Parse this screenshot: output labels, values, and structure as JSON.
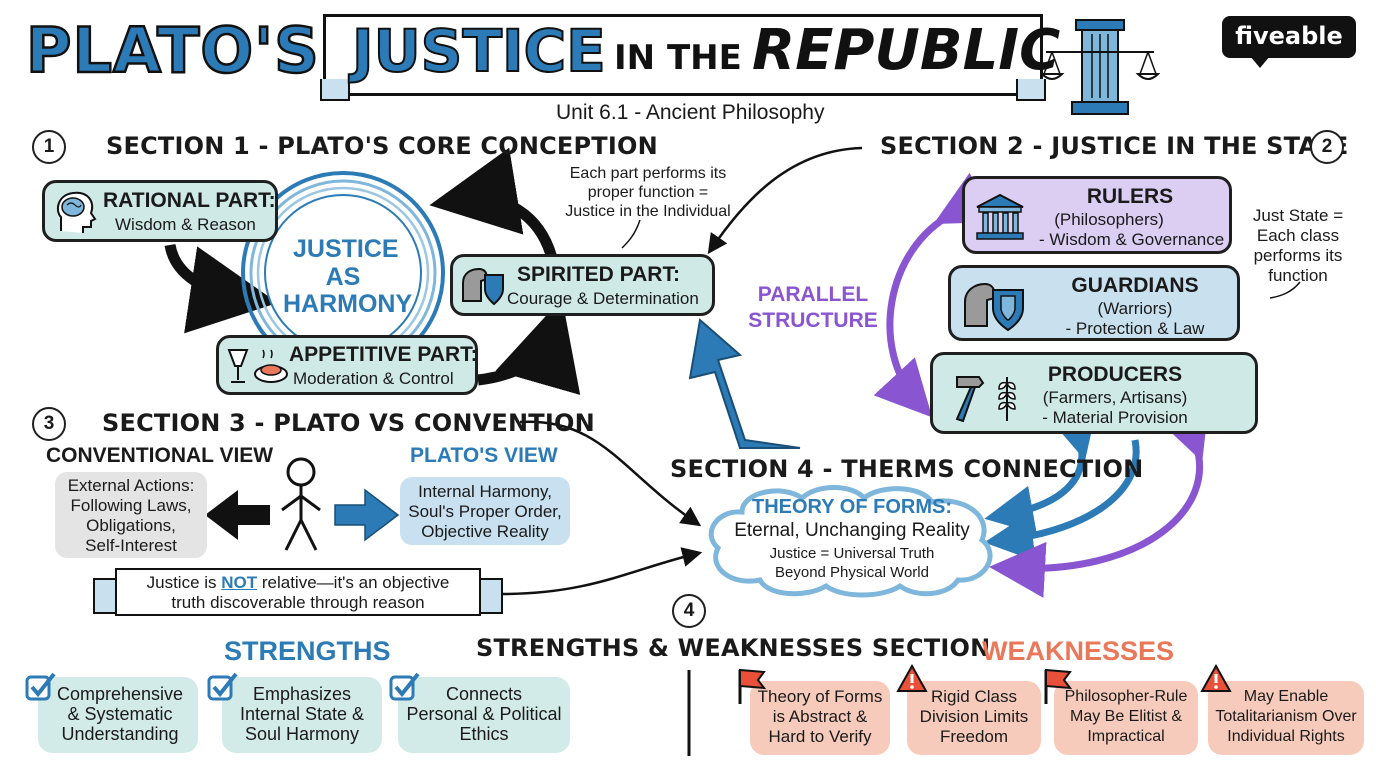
{
  "header": {
    "title_plato": "PLATO'S",
    "title_justice": "JUSTICE",
    "title_in_the": "IN THE",
    "title_republic": "REPUBLIC",
    "subtitle": "Unit 6.1 - Ancient Philosophy",
    "brand": "fiveable",
    "colors": {
      "title_blue": "#2c7bb6",
      "purple": "#8a55d0",
      "salmon": "#e9785a"
    }
  },
  "section1": {
    "number": "1",
    "title": "SECTION 1 - PLATO'S CORE CONCEPTION",
    "center_line1": "JUSTICE",
    "center_line2": "AS",
    "center_line3": "HARMONY",
    "rational_title": "RATIONAL PART:",
    "rational_desc": "Wisdom & Reason",
    "spirited_title": "SPIRITED PART:",
    "spirited_desc": "Courage & Determination",
    "appetitive_title": "APPETITIVE PART:",
    "appetitive_desc": "Moderation & Control",
    "note_line1": "Each part performs its",
    "note_line2": "proper function =",
    "note_line3": "Justice in the Individual"
  },
  "section2": {
    "number": "2",
    "title": "SECTION 2 - JUSTICE IN THE STATE",
    "parallel_line1": "PARALLEL",
    "parallel_line2": "STRUCTURE",
    "rulers_title": "RULERS",
    "rulers_sub": "(Philosophers)",
    "rulers_desc": "- Wisdom & Governance",
    "guardians_title": "GUARDIANS",
    "guardians_sub": "(Warriors)",
    "guardians_desc": "- Protection & Law",
    "producers_title": "PRODUCERS",
    "producers_sub": "(Farmers, Artisans)",
    "producers_desc": "- Material Provision",
    "note_line1": "Just State =",
    "note_line2": "Each class",
    "note_line3": "performs its",
    "note_line4": "function"
  },
  "section3": {
    "number": "3",
    "title": "SECTION 3 - PLATO VS CONVENTION",
    "conventional_heading": "CONVENTIONAL VIEW",
    "conventional_line1": "External Actions:",
    "conventional_line2": "Following Laws,",
    "conventional_line3": "Obligations,",
    "conventional_line4": "Self-Interest",
    "platos_heading": "PLATO'S VIEW",
    "platos_line1": "Internal Harmony,",
    "platos_line2": "Soul's Proper Order,",
    "platos_line3": "Objective Reality",
    "banner_pre": "Justice is ",
    "banner_not": "NOT",
    "banner_post": " relative—it's an objective",
    "banner_line2": "truth discoverable through reason"
  },
  "section4": {
    "title": "SECTION 4 - THERMS CONNECTION",
    "forms_title": "THEORY OF FORMS:",
    "forms_line1": "Eternal, Unchanging Reality",
    "forms_line2": "Justice = Universal Truth",
    "forms_line3": "Beyond Physical World"
  },
  "evaluation": {
    "number": "4",
    "title": "STRENGTHS & WEAKNESSES SECTION",
    "strengths_heading": "STRENGTHS",
    "weaknesses_heading": "WEAKNESSES",
    "strengths": [
      {
        "line1": "Comprehensive",
        "line2": "& Systematic",
        "line3": "Understanding"
      },
      {
        "line1": "Emphasizes",
        "line2": "Internal State &",
        "line3": "Soul Harmony"
      },
      {
        "line1": "Connects",
        "line2": "Personal & Political",
        "line3": "Ethics"
      }
    ],
    "weaknesses": [
      {
        "line1": "Theory of Forms",
        "line2": "is Abstract &",
        "line3": "Hard to Verify"
      },
      {
        "line1": "Rigid Class",
        "line2": "Division Limits",
        "line3": "Freedom"
      },
      {
        "line1": "Philosopher-Rule",
        "line2": "May Be Elitist &",
        "line3": "Impractical"
      },
      {
        "line1": "May Enable",
        "line2": "Totalitarianism Over",
        "line3": "Individual Rights"
      }
    ]
  }
}
